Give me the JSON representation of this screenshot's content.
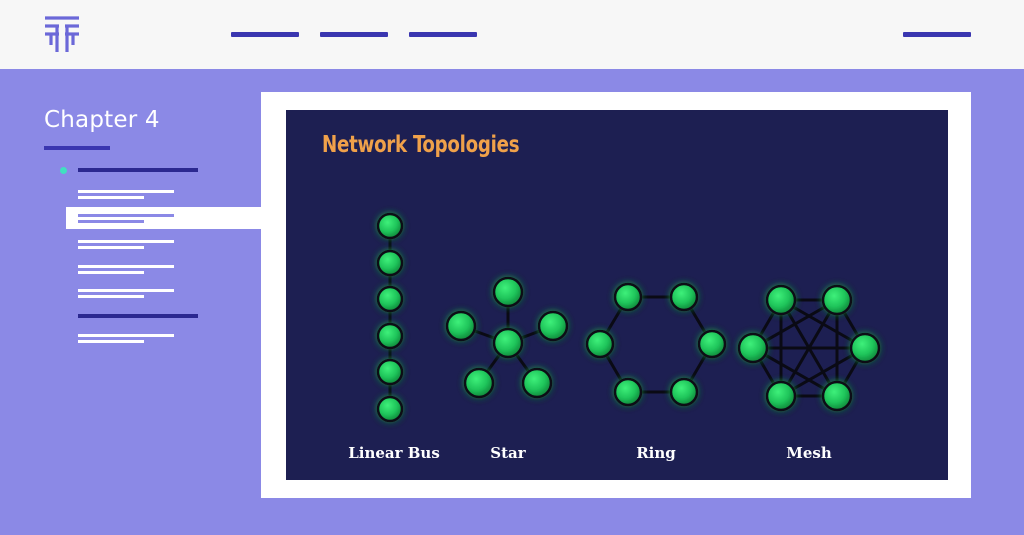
{
  "header": {
    "logo_icon": "pillar-logo-icon",
    "nav_items": [
      "",
      "",
      ""
    ],
    "account_link": ""
  },
  "sidebar": {
    "chapter_title": "Chapter 4",
    "dot_color": "#40e0c0",
    "selected_item_index": 2
  },
  "slide": {
    "title": "Network Topologies",
    "title_color": "#f0a14a",
    "background": "#1d1f52",
    "node_color": "#1fc45a",
    "topologies": [
      {
        "label": "Linear Bus",
        "nodes": 6
      },
      {
        "label": "Star",
        "nodes": 6
      },
      {
        "label": "Ring",
        "nodes": 6
      },
      {
        "label": "Mesh",
        "nodes": 6
      }
    ]
  },
  "colors": {
    "page_background": "#8b89e6",
    "accent": "#3a36b0"
  }
}
